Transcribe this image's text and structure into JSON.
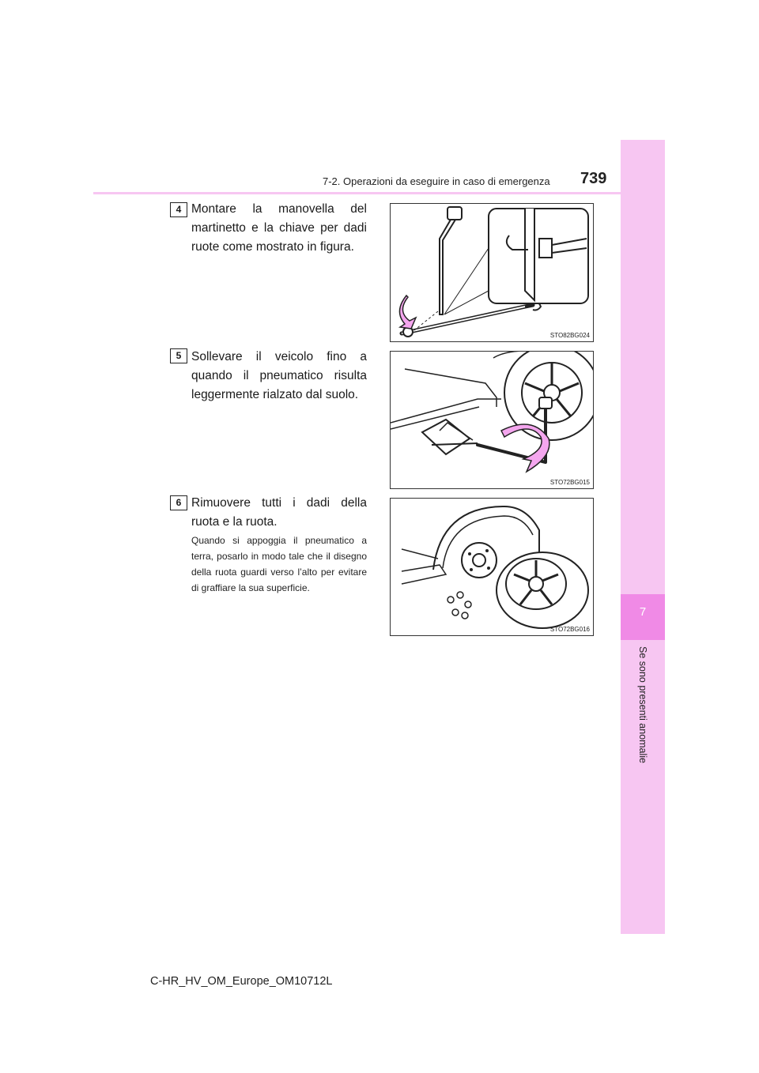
{
  "header": {
    "section": "7-2. Operazioni da eseguire in caso di emergenza",
    "page_number": "739"
  },
  "side_tab": {
    "chapter_number": "7",
    "chapter_title": "Se sono presenti anomalie"
  },
  "steps": [
    {
      "badge": "4",
      "text": "Montare la manovella del martinetto e la chiave per dadi ruote come mostrato in figura.",
      "figure_code": "STO82BG024"
    },
    {
      "badge": "5",
      "text": "Sollevare il veicolo fino a quando il pneumatico risulta leggermente rialzato dal suolo.",
      "figure_code": "STO72BG015"
    },
    {
      "badge": "6",
      "text": "Rimuovere tutti i dadi della ruota e la ruota.",
      "note": "Quando si appoggia il pneumatico a terra, posarlo in modo tale che il disegno della ruota guardi verso l’alto per evitare di graffiare la sua superficie.",
      "figure_code": "STO72BG016"
    }
  ],
  "footer": {
    "document_id": "C-HR_HV_OM_Europe_OM10712L"
  },
  "colors": {
    "tab_light": "#f7c6f2",
    "tab_dark": "#f08ae6",
    "arrow_pink": "#f4a6ee"
  }
}
